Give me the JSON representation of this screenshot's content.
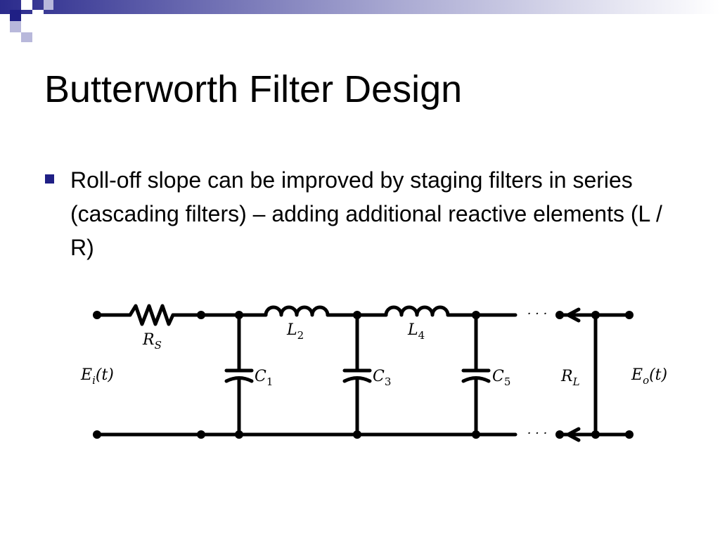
{
  "slide": {
    "title": "Butterworth Filter Design",
    "bullets": [
      "Roll-off slope can be improved by staging filters in series (cascading filters) – adding additional reactive elements (L / R)"
    ]
  },
  "circuit": {
    "input_label": "E",
    "input_sub": "i",
    "input_arg": "(t)",
    "output_label": "E",
    "output_sub": "o",
    "output_arg": "(t)",
    "source_resistor": {
      "sym": "R",
      "sub": "S"
    },
    "load_resistor": {
      "sym": "R",
      "sub": "L"
    },
    "inductors": [
      {
        "sym": "L",
        "sub": "2"
      },
      {
        "sym": "L",
        "sub": "4"
      }
    ],
    "capacitors": [
      {
        "sym": "C",
        "sub": "1"
      },
      {
        "sym": "C",
        "sub": "3"
      },
      {
        "sym": "C",
        "sub": "5"
      }
    ],
    "continuation": "· · ·"
  }
}
